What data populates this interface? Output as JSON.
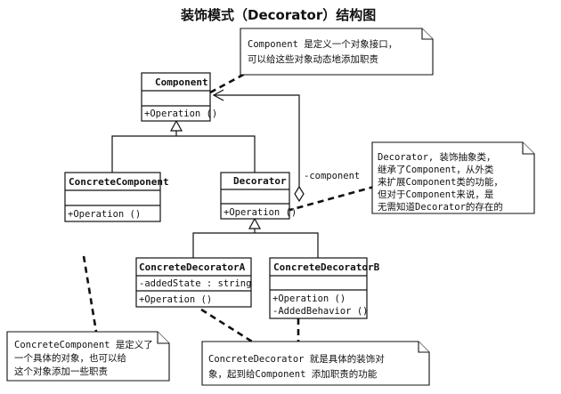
{
  "title": "装饰模式（Decorator）结构图",
  "classes": {
    "component": {
      "name": "Component",
      "attributes": [],
      "operations": [
        "+Operation ()"
      ]
    },
    "concrete_component": {
      "name": "ConcreteComponent",
      "attributes": [],
      "operations": [
        "+Operation ()"
      ]
    },
    "decorator": {
      "name": "Decorator",
      "attributes": [],
      "operations": [
        "+Operation ()"
      ]
    },
    "concrete_decorator_a": {
      "name": "ConcreteDecoratorA",
      "attributes": [
        "-addedState : string"
      ],
      "operations": [
        "+Operation ()"
      ]
    },
    "concrete_decorator_b": {
      "name": "ConcreteDecoratorB",
      "attributes": [],
      "operations": [
        "+Operation ()",
        "-AddedBehavior ()"
      ]
    }
  },
  "association_label": "-component",
  "notes": {
    "component_note": [
      "Component 是定义一个对象接口，",
      "可以给这些对象动态地添加职责"
    ],
    "decorator_note": [
      "Decorator, 装饰抽象类，",
      "继承了Component，从外类",
      "来扩展Component类的功能，",
      "但对于Component来说，是",
      "无需知道Decorator的存在的"
    ],
    "concrete_component_note": [
      "ConcreteComponent 是定义了",
      "一个具体的对象，也可以给",
      "这个对象添加一些职责"
    ],
    "concrete_decorator_note": [
      "ConcreteDecorator 就是具体的装饰对",
      "象，起到给Component 添加职责的功能"
    ]
  }
}
